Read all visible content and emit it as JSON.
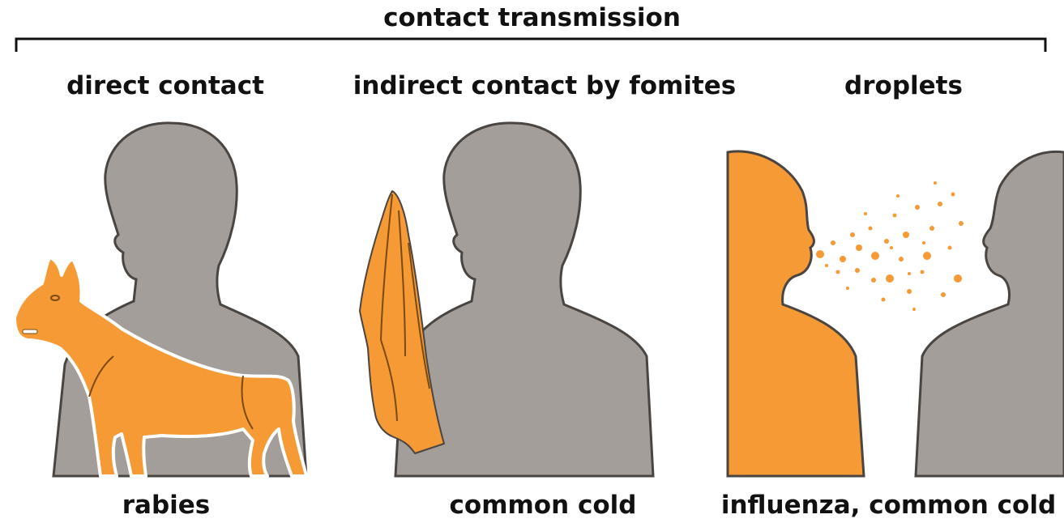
{
  "diagram": {
    "title": "contact transmission",
    "modes": [
      {
        "label": "direct contact",
        "example": "rabies",
        "icon": "dog-icon"
      },
      {
        "label": "indirect contact by fomites",
        "example": "common cold",
        "icon": "towel-icon"
      },
      {
        "label": "droplets",
        "example": "influenza, common cold",
        "icon": "droplets-icon"
      }
    ],
    "colors": {
      "person_gray": "#a39e99",
      "outline": "#4a4541",
      "accent_orange": "#f59a35",
      "text": "#111111"
    }
  }
}
